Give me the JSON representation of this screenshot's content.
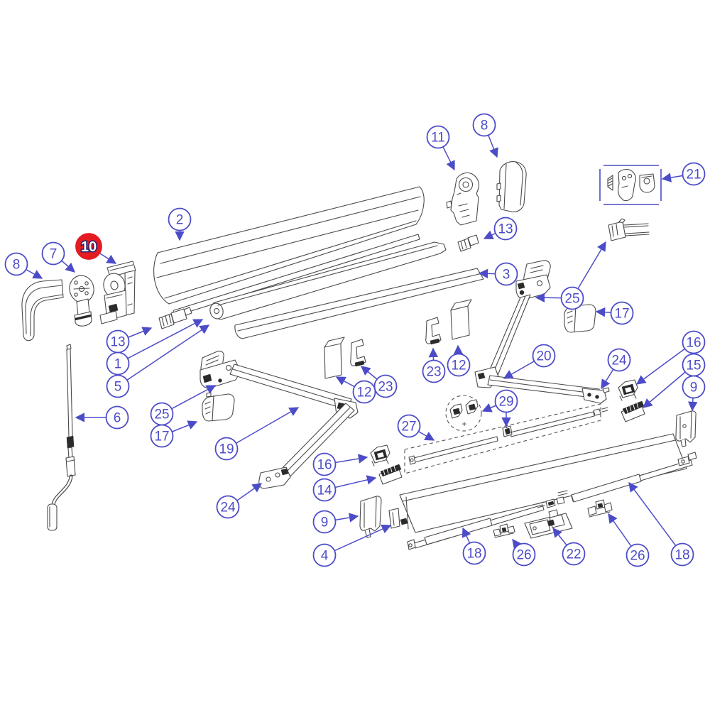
{
  "diagram": {
    "colors": {
      "accent": "#4c4cc8",
      "red": "#e41c21",
      "ink": "#4a4a4a"
    },
    "plus_label": "+",
    "highlighted_callout": "10",
    "callouts": [
      {
        "id": "8-left",
        "label": "8"
      },
      {
        "id": "7",
        "label": "7"
      },
      {
        "id": "10",
        "label": "10",
        "highlighted": true
      },
      {
        "id": "2",
        "label": "2"
      },
      {
        "id": "11",
        "label": "11"
      },
      {
        "id": "8-right",
        "label": "8"
      },
      {
        "id": "21",
        "label": "21"
      },
      {
        "id": "13-right",
        "label": "13"
      },
      {
        "id": "3",
        "label": "3"
      },
      {
        "id": "25-right",
        "label": "25"
      },
      {
        "id": "17-right",
        "label": "17"
      },
      {
        "id": "20",
        "label": "20"
      },
      {
        "id": "24-right",
        "label": "24"
      },
      {
        "id": "16-right",
        "label": "16"
      },
      {
        "id": "15",
        "label": "15"
      },
      {
        "id": "9-right",
        "label": "9"
      },
      {
        "id": "13-left",
        "label": "13"
      },
      {
        "id": "1",
        "label": "1"
      },
      {
        "id": "5",
        "label": "5"
      },
      {
        "id": "6",
        "label": "6"
      },
      {
        "id": "25-left",
        "label": "25"
      },
      {
        "id": "17-left",
        "label": "17"
      },
      {
        "id": "19",
        "label": "19"
      },
      {
        "id": "24-left",
        "label": "24"
      },
      {
        "id": "12-left",
        "label": "12"
      },
      {
        "id": "23-left",
        "label": "23"
      },
      {
        "id": "23-right",
        "label": "23"
      },
      {
        "id": "12-right",
        "label": "12"
      },
      {
        "id": "29",
        "label": "29"
      },
      {
        "id": "27",
        "label": "27"
      },
      {
        "id": "16-left",
        "label": "16"
      },
      {
        "id": "14",
        "label": "14"
      },
      {
        "id": "9-left",
        "label": "9"
      },
      {
        "id": "4",
        "label": "4"
      },
      {
        "id": "18-left",
        "label": "18"
      },
      {
        "id": "26-left",
        "label": "26"
      },
      {
        "id": "22",
        "label": "22"
      },
      {
        "id": "26-right",
        "label": "26"
      },
      {
        "id": "18-right",
        "label": "18"
      }
    ]
  }
}
